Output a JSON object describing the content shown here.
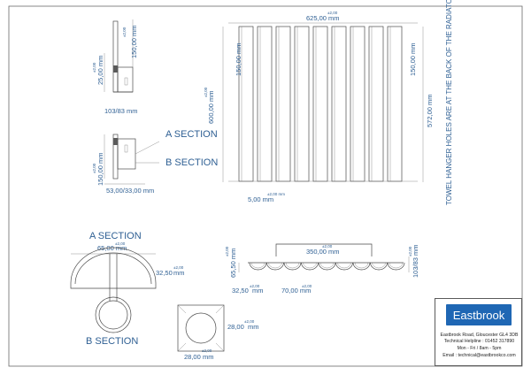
{
  "drawing": {
    "side_view": {
      "top_dim": "150,00 mm",
      "top_tol": "±2,00",
      "left_dim": "25,00 mm",
      "left_tol": "±2,00",
      "depth_label": "103/83 mm"
    },
    "bracket_view": {
      "left_dim": "150,00 mm",
      "left_tol": "±2,00",
      "bottom_label": "53,00/33,00 mm"
    },
    "section_labels": {
      "a": "A SECTION",
      "b": "B SECTION"
    },
    "front_view": {
      "width": "625,00 mm",
      "width_tol": "±2,00",
      "height": "600,00 mm",
      "height_tol": "±2,00",
      "top_left_dim": "150,00 mm",
      "top_right_dim": "150,00 mm",
      "right_dim": "572,00 mm",
      "gap_dim": "5,00 mm",
      "gap_tol": "±2,00 mm",
      "note": "TOWEL HANGER HOLES ARE AT THE BACK OF THE RADIATOR"
    },
    "a_section": {
      "title": "A SECTION",
      "width": "65,00 mm",
      "width_tol": "±2,00",
      "half_height": "32,50",
      "half_height_unit": "mm",
      "half_height_tol": "±2,00"
    },
    "b_section": {
      "title": "B SECTION"
    },
    "square_section": {
      "side": "28,00",
      "side_unit": "mm",
      "side_tol": "±2,00",
      "bottom": "28,00",
      "bottom_unit": "mm",
      "bottom_tol": "±2,00"
    },
    "top_view": {
      "span": "350,00 mm",
      "span_tol": "±2,00",
      "left_dim": "65,50 mm",
      "left_tol": "±2,00",
      "right_dim": "103/83 mm",
      "right_tol": "±2,00",
      "bottom_left": "32,50",
      "bottom_left_unit": "mm",
      "bottom_left_tol": "±2,00",
      "bottom_mid": "70,00 mm",
      "bottom_mid_tol": "±2,00"
    }
  },
  "brand": {
    "logo_text": "Eastbrook",
    "logo_color": "#1f67b4",
    "address": "Eastbrook Road, Gloucester GL4 3DB",
    "helpline": "Technical Helpline : 01452 317890",
    "hours": "Mon - Fri / 8am - 5pm",
    "email": "Email : technical@eastbrookco.com"
  }
}
